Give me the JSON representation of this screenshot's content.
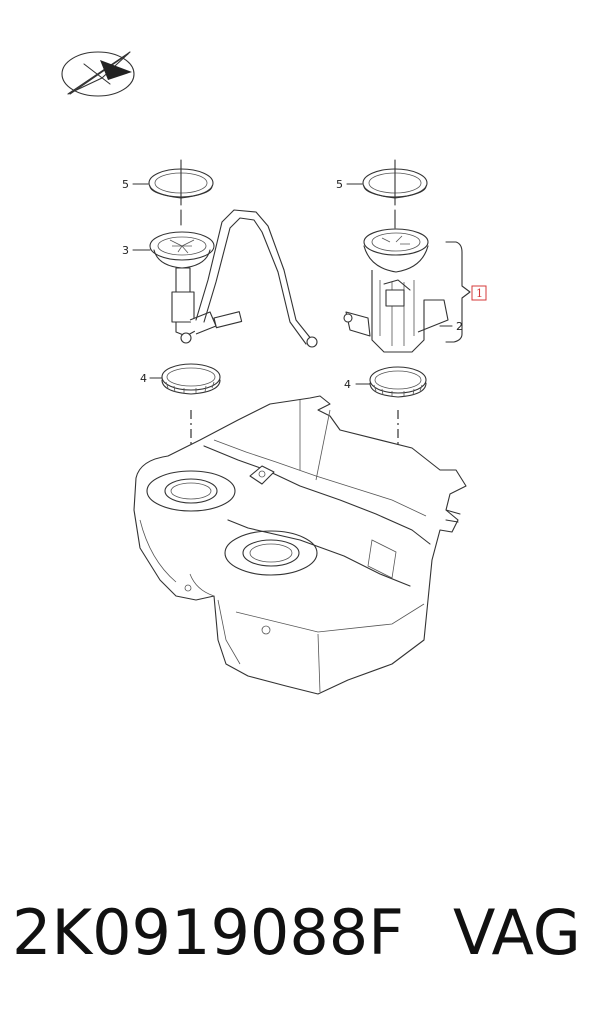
{
  "diagram": {
    "callouts": {
      "c1": "1",
      "c2": "2",
      "c3": "3",
      "c4_left": "4",
      "c4_right": "4",
      "c5_left": "5",
      "c5_right": "5"
    },
    "highlight_color": "#d43a3a"
  },
  "caption": {
    "part_number": "2K0919088F",
    "manufacturer": "VAG"
  }
}
